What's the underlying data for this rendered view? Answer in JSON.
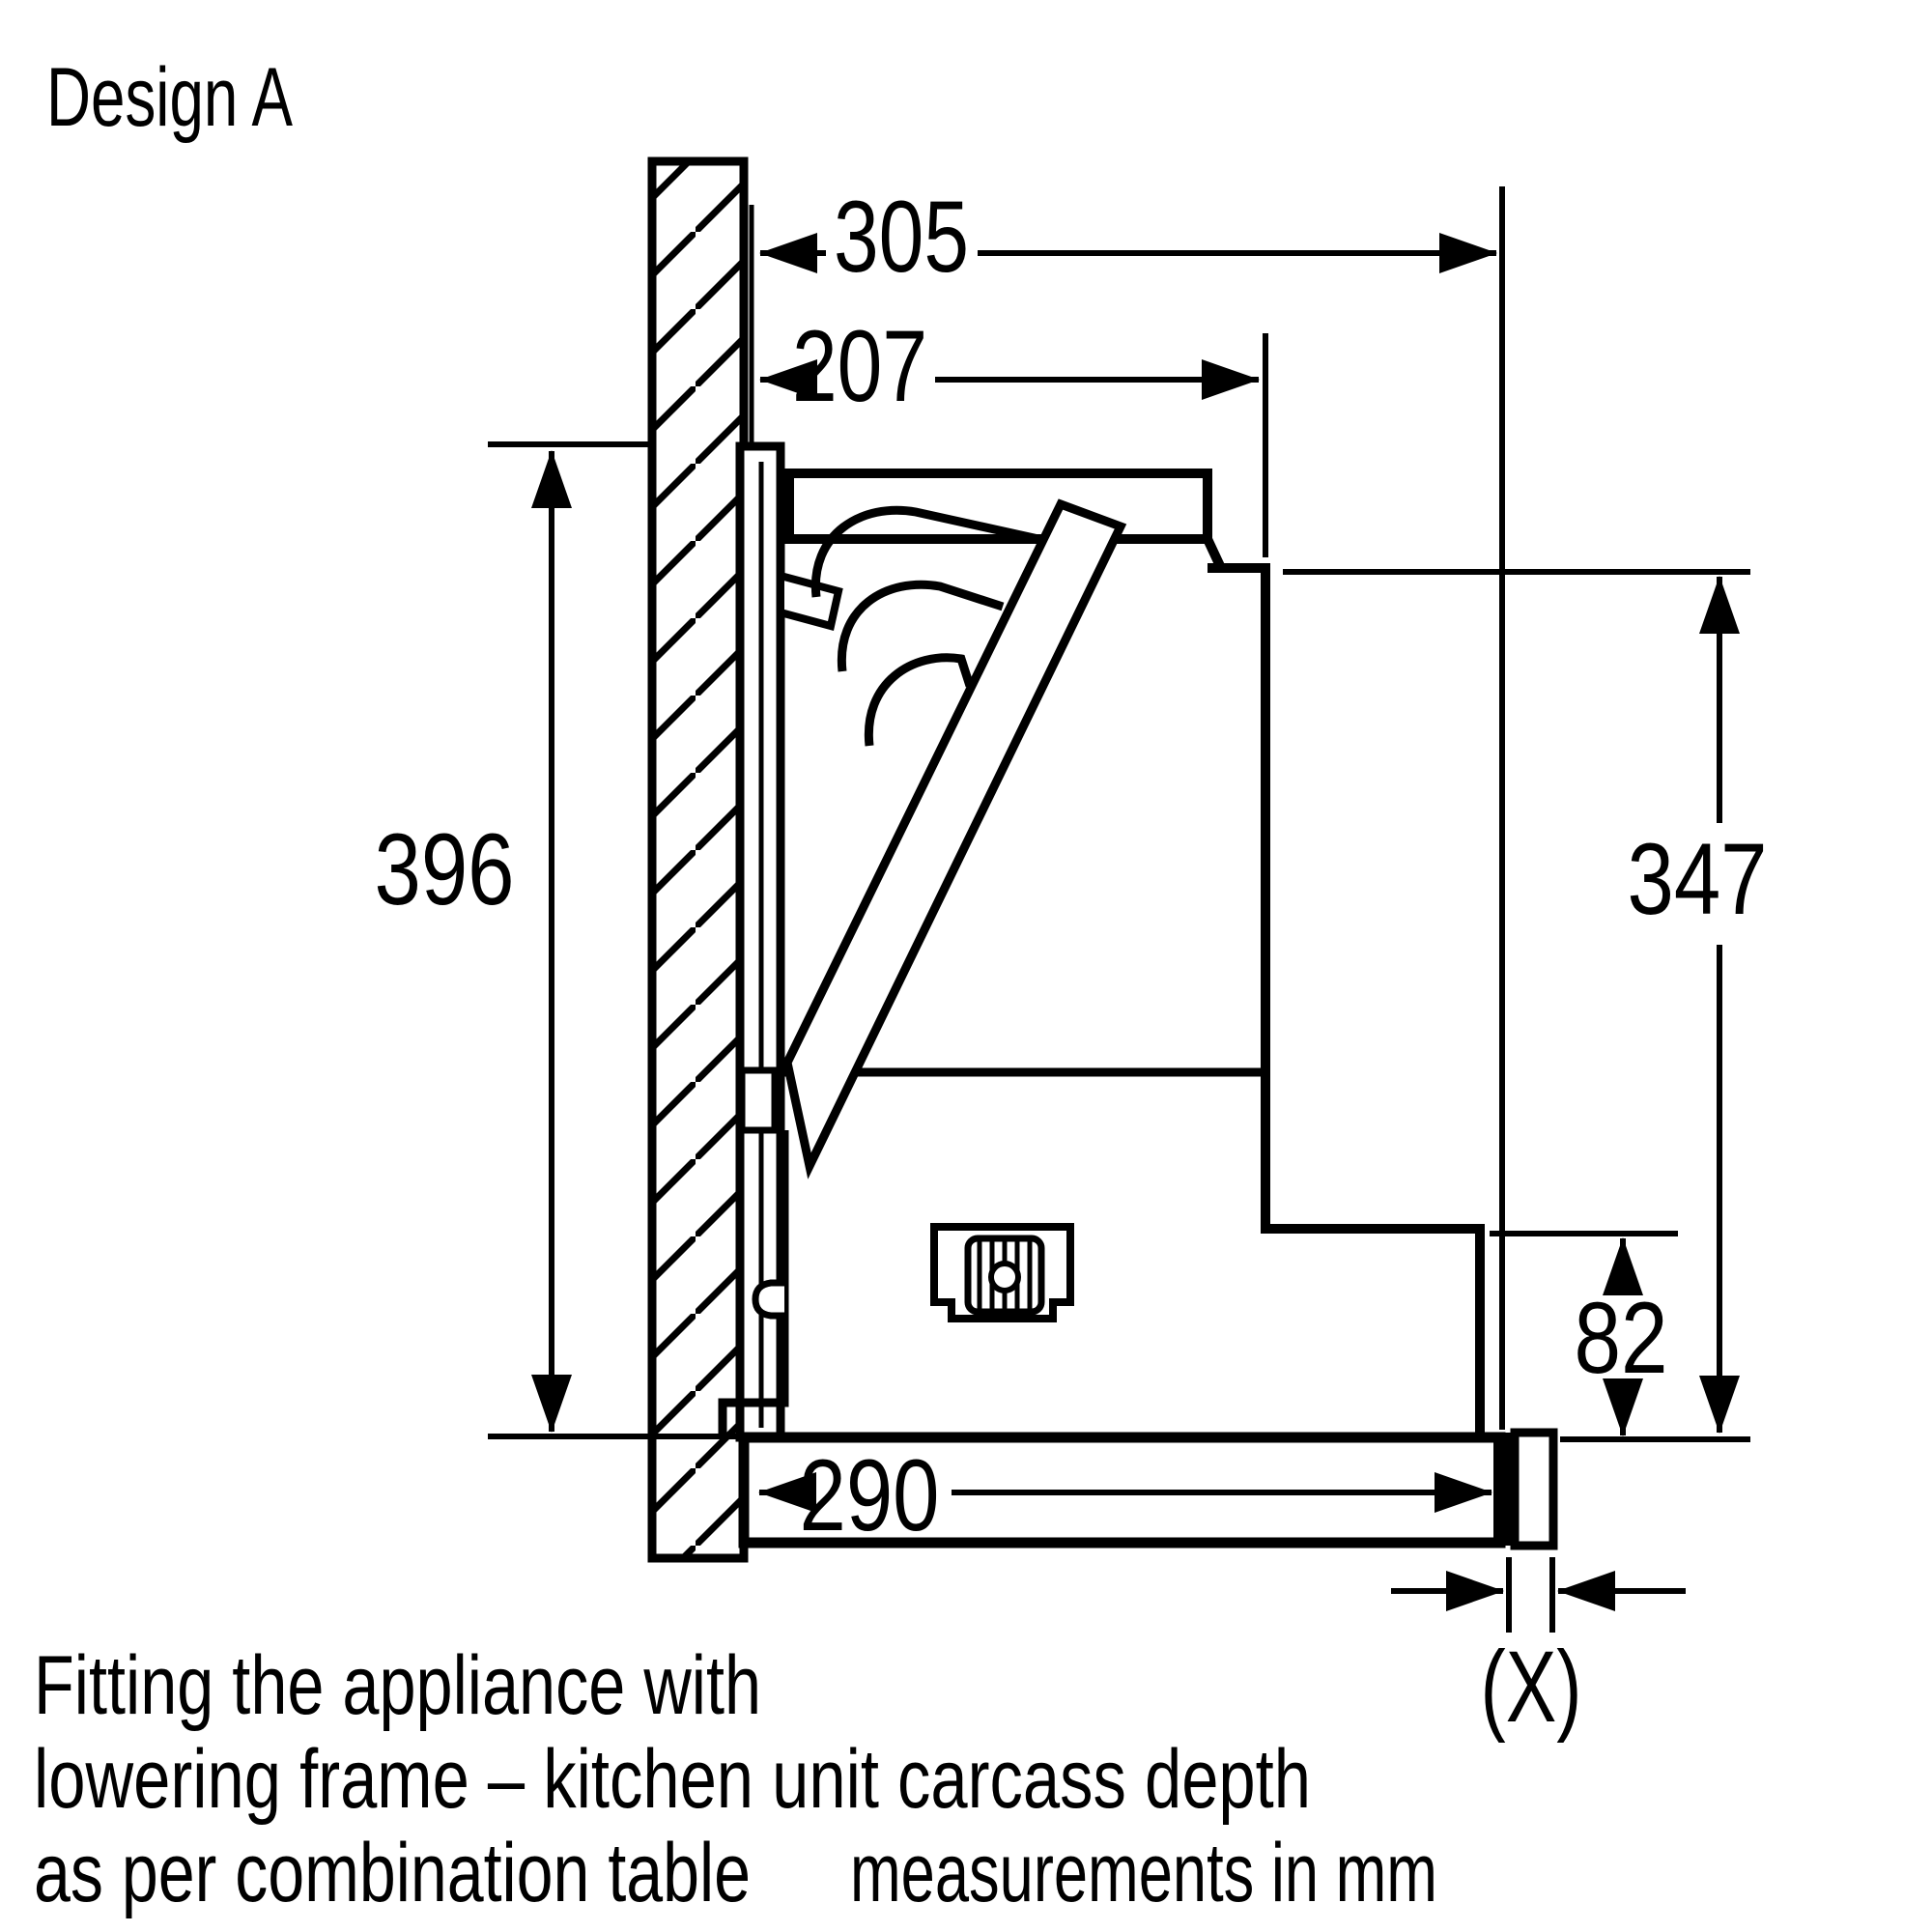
{
  "title": "Design A",
  "captions": {
    "line1": "Fitting the appliance with",
    "line2": "lowering frame – kitchen unit carcass depth",
    "line3": "as per combination table",
    "measurements": "measurements in mm"
  },
  "dimensions": {
    "overall_depth_to_reference": "305",
    "depth_wall_to_body_front": "207",
    "frame_height": "396",
    "body_height_right": "347",
    "lower_section_height": "82",
    "bottom_plate_depth": "290",
    "carcass_gap": "(X)"
  },
  "colors": {
    "ink": "#000000",
    "paper": "#ffffff"
  }
}
